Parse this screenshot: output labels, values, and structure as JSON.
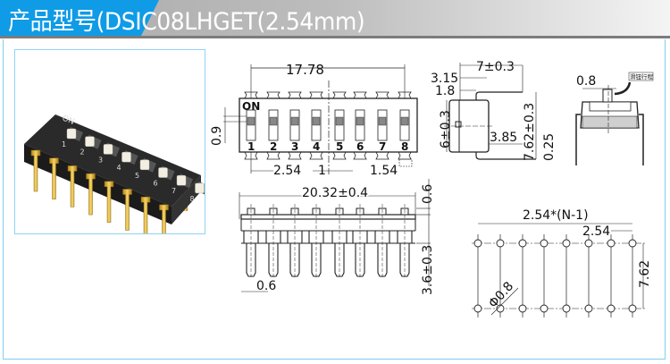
{
  "header": {
    "title": "产品型号(DSIC08LHGET(2.54mm)"
  },
  "colors": {
    "header_blue": "#0f9be6",
    "frame": "#7fcdf2"
  },
  "photo": {
    "on_label": "ON",
    "switch_numbers": [
      "1",
      "2",
      "3",
      "4",
      "5",
      "6",
      "7",
      "8"
    ]
  },
  "top_view": {
    "on_label": "ON",
    "switch_numbers": [
      "1",
      "2",
      "3",
      "4",
      "5",
      "6",
      "7",
      "8"
    ],
    "dim_width": "17.78",
    "dim_step": "0.9",
    "dim_pitch": "2.54",
    "dim_gap": "1",
    "dim_slide": "1.54"
  },
  "side_view": {
    "dim_depth": "7±0.3",
    "dim_a": "3.15",
    "dim_b": "1.8",
    "dim_height": "6±0.3",
    "dim_c": "3.85",
    "dim_row": "7.62±0.3",
    "dim_thick": "0.25"
  },
  "end_view": {
    "dim_actuator": "0.8",
    "tag": "滑钮行程"
  },
  "front_view": {
    "dim_length": "20.32±0.4",
    "dim_top": "0.6",
    "dim_pin": "0.6",
    "dim_lead": "3.6±0.3"
  },
  "footprint": {
    "dim_span": "2.54*(N-1)",
    "dim_pitch": "2.54",
    "dim_row": "7.62",
    "dim_hole": "Φ0.8"
  }
}
